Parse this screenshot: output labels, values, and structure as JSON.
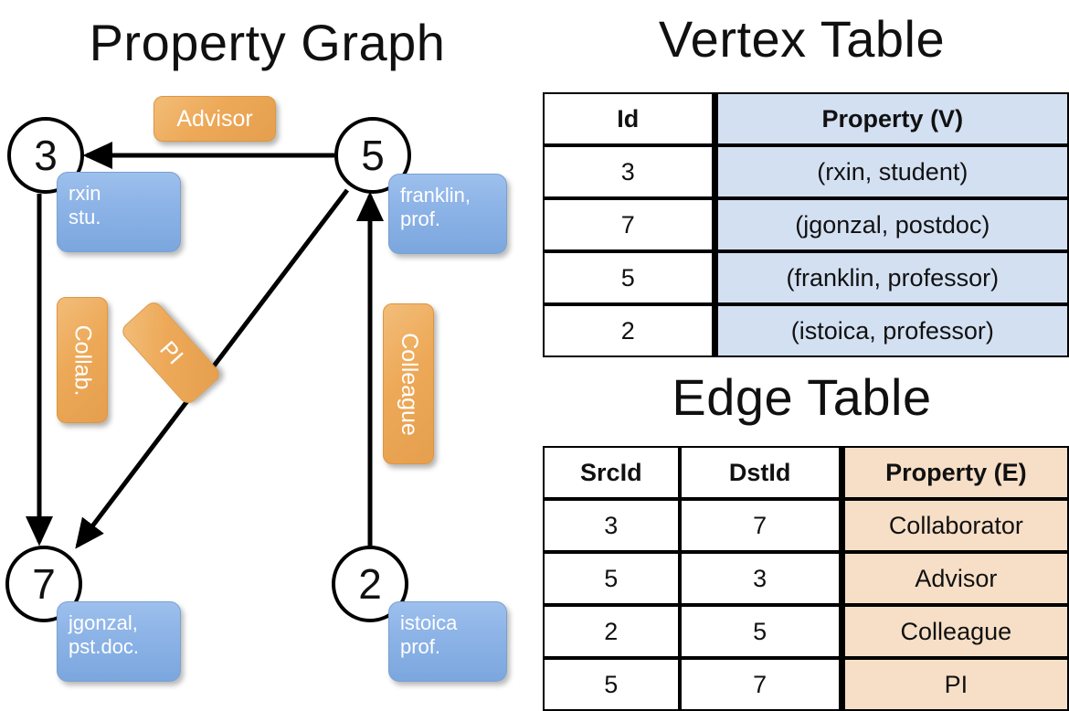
{
  "titles": {
    "property_graph": "Property Graph",
    "vertex_table": "Vertex Table",
    "edge_table": "Edge Table"
  },
  "graph": {
    "nodes": [
      {
        "id": "3",
        "property_line1": "rxin",
        "property_line2": "stu."
      },
      {
        "id": "5",
        "property_line1": "franklin,",
        "property_line2": "prof."
      },
      {
        "id": "7",
        "property_line1": "jgonzal,",
        "property_line2": "pst.doc."
      },
      {
        "id": "2",
        "property_line1": "istoica",
        "property_line2": "prof."
      }
    ],
    "edge_labels": [
      {
        "name": "advisor",
        "text": "Advisor"
      },
      {
        "name": "collab",
        "text": "Collab."
      },
      {
        "name": "pi",
        "text": "PI"
      },
      {
        "name": "colleague",
        "text": "Colleague"
      }
    ]
  },
  "vertex_table": {
    "headers": [
      "Id",
      "Property (V)"
    ],
    "rows": [
      {
        "id": "3",
        "property": "(rxin, student)"
      },
      {
        "id": "7",
        "property": "(jgonzal, postdoc)"
      },
      {
        "id": "5",
        "property": "(franklin, professor)"
      },
      {
        "id": "2",
        "property": "(istoica, professor)"
      }
    ]
  },
  "edge_table": {
    "headers": [
      "SrcId",
      "DstId",
      "Property (E)"
    ],
    "rows": [
      {
        "src": "3",
        "dst": "7",
        "property": "Collaborator"
      },
      {
        "src": "5",
        "dst": "3",
        "property": "Advisor"
      },
      {
        "src": "2",
        "dst": "5",
        "property": "Colleague"
      },
      {
        "src": "5",
        "dst": "7",
        "property": "PI"
      }
    ]
  },
  "colors": {
    "vertex_property_fill": "#d3e0f2",
    "edge_property_fill": "#f6dfc6",
    "node_box_blue": "#8fb5e8",
    "edge_label_orange": "#eda958",
    "stroke": "#000000",
    "background": "#ffffff"
  }
}
